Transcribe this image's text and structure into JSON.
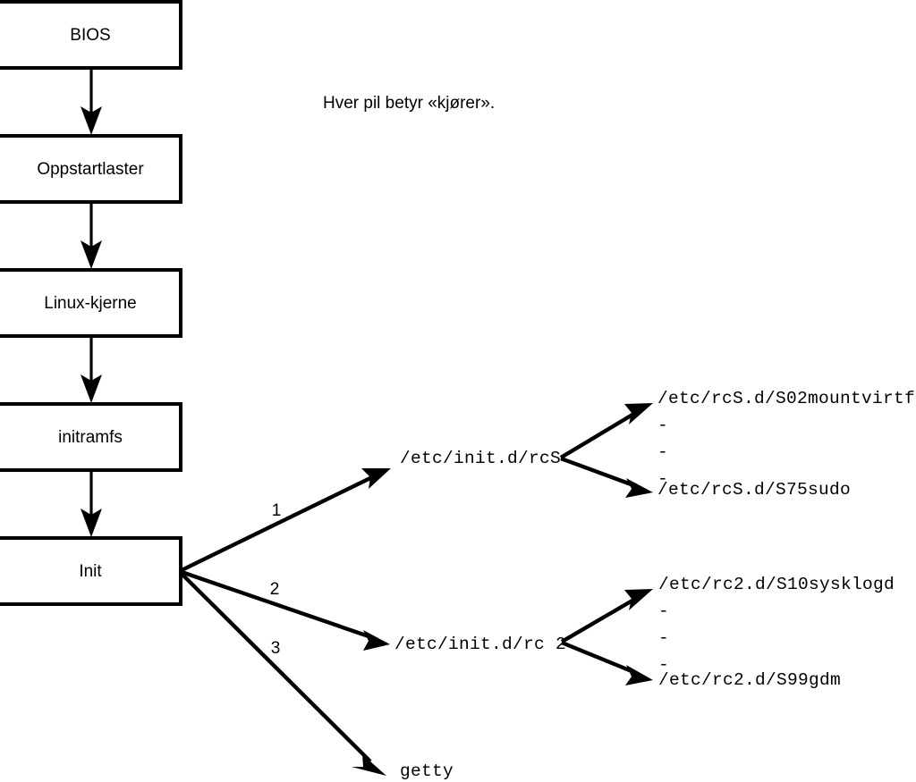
{
  "diagram": {
    "title_note": "Hver pil betyr «kjører».",
    "boot_chain": [
      {
        "id": "bios",
        "label": "BIOS"
      },
      {
        "id": "oppstartlaster",
        "label": "Oppstartlaster"
      },
      {
        "id": "linux-kjerne",
        "label": "Linux-kjerne"
      },
      {
        "id": "initramfs",
        "label": "initramfs"
      },
      {
        "id": "init",
        "label": "Init"
      }
    ],
    "init_branches": [
      {
        "number": "1",
        "label": "/etc/init.d/rcS"
      },
      {
        "number": "2",
        "label": "/etc/init.d/rc 2"
      },
      {
        "number": "3",
        "label": "getty"
      }
    ],
    "rcs_scripts": {
      "first": "/etc/rcS.d/S02mountvirtfs",
      "ellipsis": [
        "-",
        "-",
        "-"
      ],
      "last": "/etc/rcS.d/S75sudo"
    },
    "rc2_scripts": {
      "first": "/etc/rc2.d/S10sysklogd",
      "ellipsis": [
        "-",
        "-",
        "-"
      ],
      "last": "/etc/rc2.d/S99gdm"
    },
    "colors": {
      "background": "#ffffff",
      "stroke": "#000000",
      "text": "#000000"
    }
  }
}
